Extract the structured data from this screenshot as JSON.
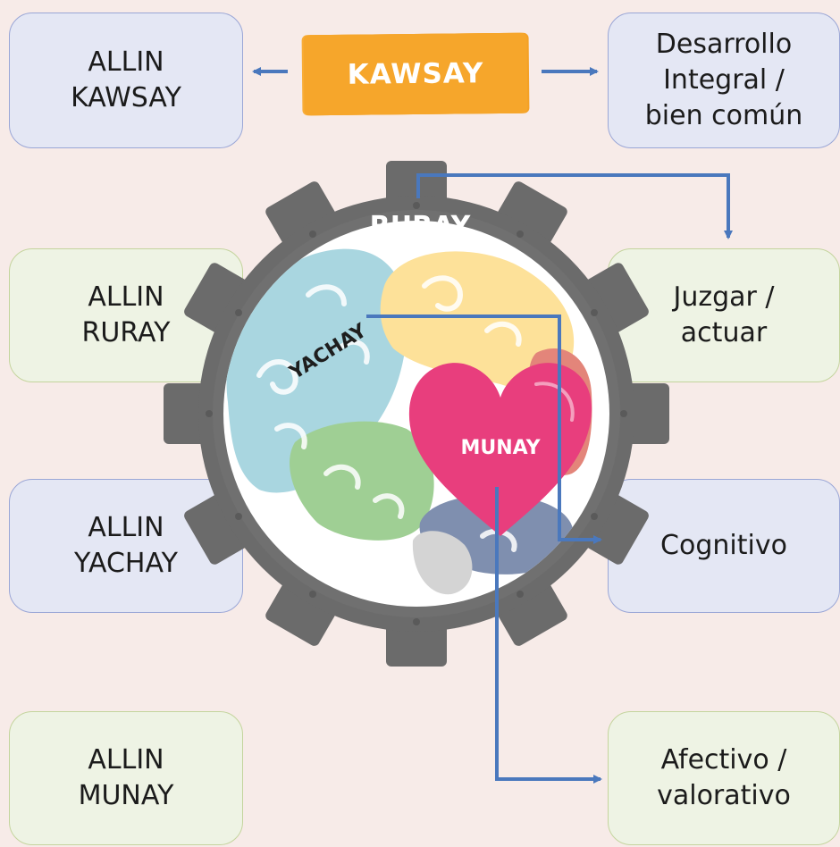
{
  "banner": {
    "label": "KAWSAY",
    "color": "#f6a62b"
  },
  "boxes": {
    "allin_kawsay": {
      "line1": "ALLIN",
      "line2": "KAWSAY"
    },
    "allin_ruray": {
      "line1": "ALLIN",
      "line2": "RURAY"
    },
    "allin_yachay": {
      "line1": "ALLIN",
      "line2": "YACHAY"
    },
    "allin_munay": {
      "line1": "ALLIN",
      "line2": "MUNAY"
    },
    "desarrollo": {
      "line1": "Desarrollo",
      "line2": "Integral /",
      "line3": "bien común"
    },
    "juzgar": {
      "line1": "Juzgar /",
      "line2": "actuar"
    },
    "cognitivo": {
      "line1": "Cognitivo"
    },
    "afectivo": {
      "line1": "Afectivo /",
      "line2": "valorativo"
    }
  },
  "gear": {
    "label": "RURAY",
    "color": "#6b6b6b"
  },
  "brain": {
    "label": "YACHAY"
  },
  "heart": {
    "label": "MUNAY",
    "color": "#e83e7d"
  },
  "arrow_color": "#4a78bd"
}
